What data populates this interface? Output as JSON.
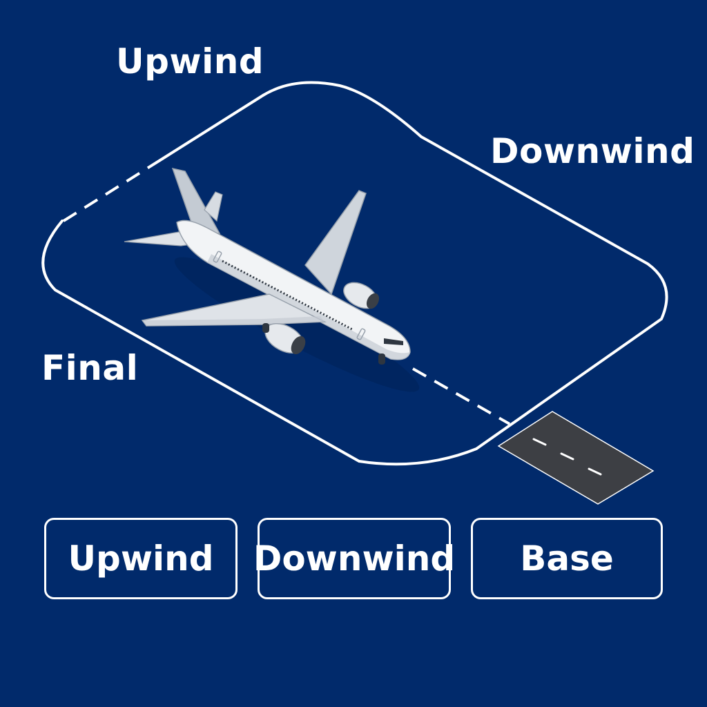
{
  "colors": {
    "background": "#012a6b",
    "pattern_line": "#ffffff",
    "runway": "#3d3f44",
    "aircraft_body": "#f2f4f6",
    "aircraft_shade": "#b9c0c8"
  },
  "diagram": {
    "labels": {
      "upwind": "Upwind",
      "downwind": "Downwind",
      "final": "Final"
    }
  },
  "options": [
    {
      "label": "Upwind"
    },
    {
      "label": "Downwind"
    },
    {
      "label": "Base"
    }
  ],
  "icons": {
    "aircraft": "airliner-icon",
    "runway": "runway-icon"
  }
}
